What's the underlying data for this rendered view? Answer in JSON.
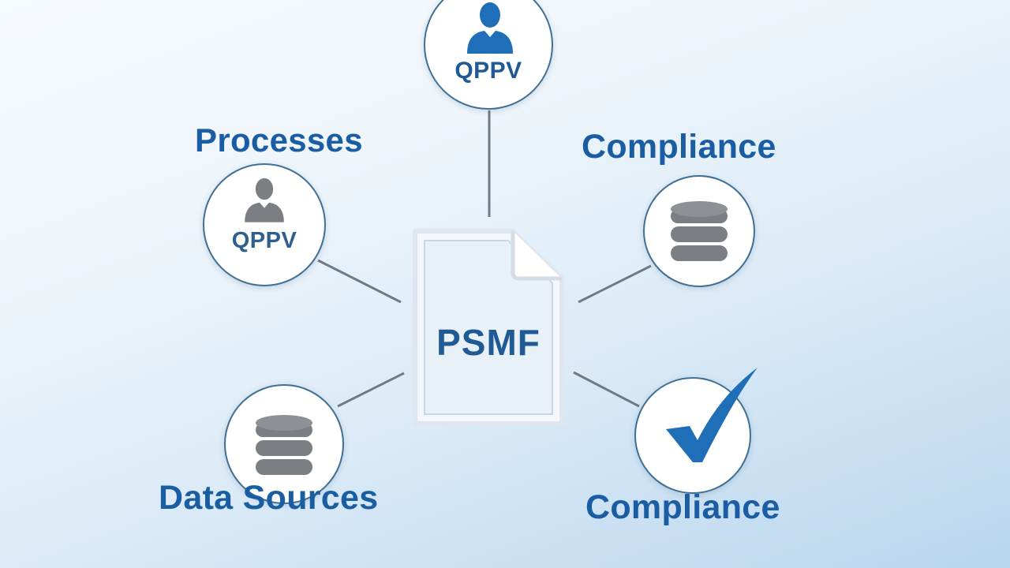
{
  "center": {
    "label": "PSMF",
    "icon": "document-icon"
  },
  "nodes": {
    "top": {
      "label": "QPPV",
      "icon": "person-icon"
    },
    "upper_left": {
      "heading": "Processes",
      "label": "QPPV",
      "icon": "person-icon"
    },
    "upper_right": {
      "heading": "Compliance",
      "icon": "database-icon"
    },
    "lower_left": {
      "heading": "Data Sources",
      "icon": "database-icon"
    },
    "lower_right": {
      "heading": "Compliance",
      "icon": "checkmark-icon"
    }
  },
  "colors": {
    "heading_text": "#1a5da3",
    "node_border": "#3f6f94",
    "icon_blue": "#1f6fb8",
    "icon_grey": "#7b7f84",
    "connector": "#6e7b86"
  }
}
